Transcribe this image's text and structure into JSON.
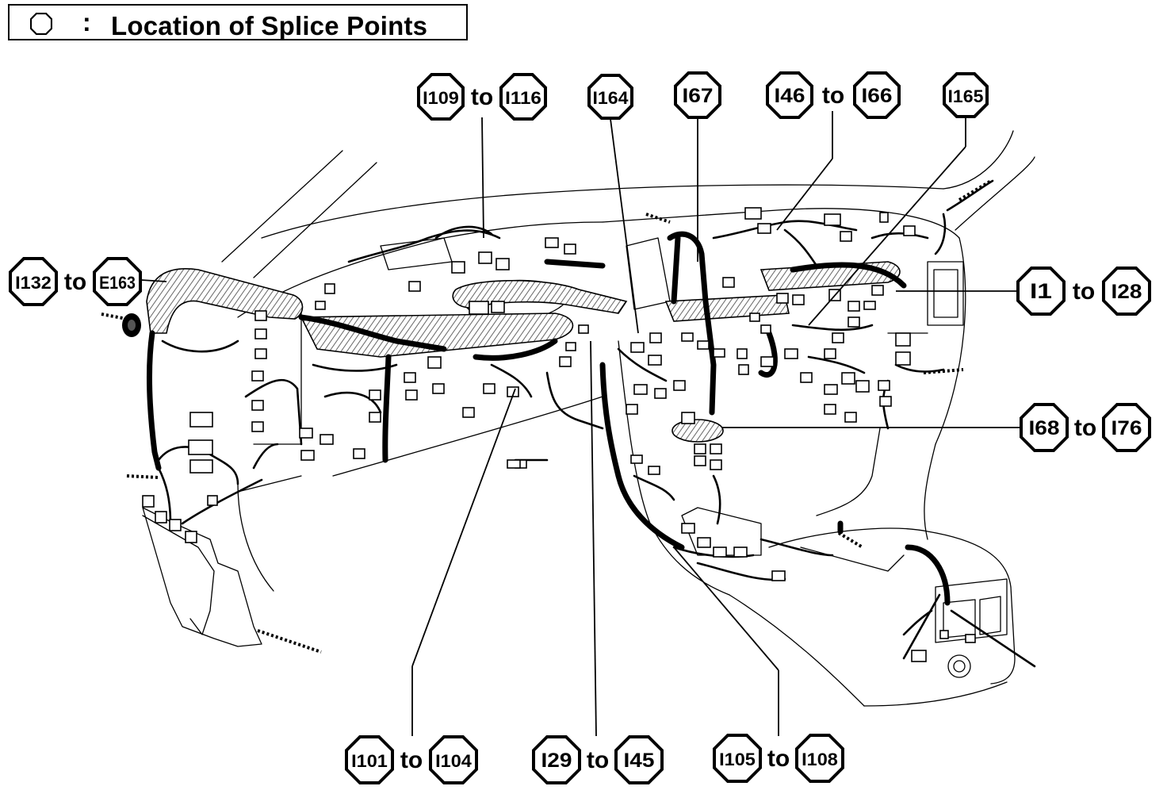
{
  "title": {
    "icon": "octagon-icon",
    "separator": ":",
    "text": "Location of Splice Points"
  },
  "splice_labels": [
    {
      "id": "I109-I116",
      "from": "I109",
      "to_word": "to",
      "to": "I116"
    },
    {
      "id": "I164",
      "from": "I164"
    },
    {
      "id": "I67",
      "from": "I67"
    },
    {
      "id": "I46-I66",
      "from": "I46",
      "to_word": "to",
      "to": "I66"
    },
    {
      "id": "I165",
      "from": "I165"
    },
    {
      "id": "I132-E163",
      "from": "I132",
      "to_word": "to",
      "to": "E163"
    },
    {
      "id": "I1-I28",
      "from": "I1",
      "to_word": "to",
      "to": "I28"
    },
    {
      "id": "I68-I76",
      "from": "I68",
      "to_word": "to",
      "to": "I76"
    },
    {
      "id": "I101-I104",
      "from": "I101",
      "to_word": "to",
      "to": "I104"
    },
    {
      "id": "I29-I45",
      "from": "I29",
      "to_word": "to",
      "to": "I45"
    },
    {
      "id": "I105-I108",
      "from": "I105",
      "to_word": "to",
      "to": "I108"
    }
  ],
  "colors": {
    "ink": "#000000",
    "paper": "#ffffff",
    "hatch": "#9a9a9a"
  }
}
